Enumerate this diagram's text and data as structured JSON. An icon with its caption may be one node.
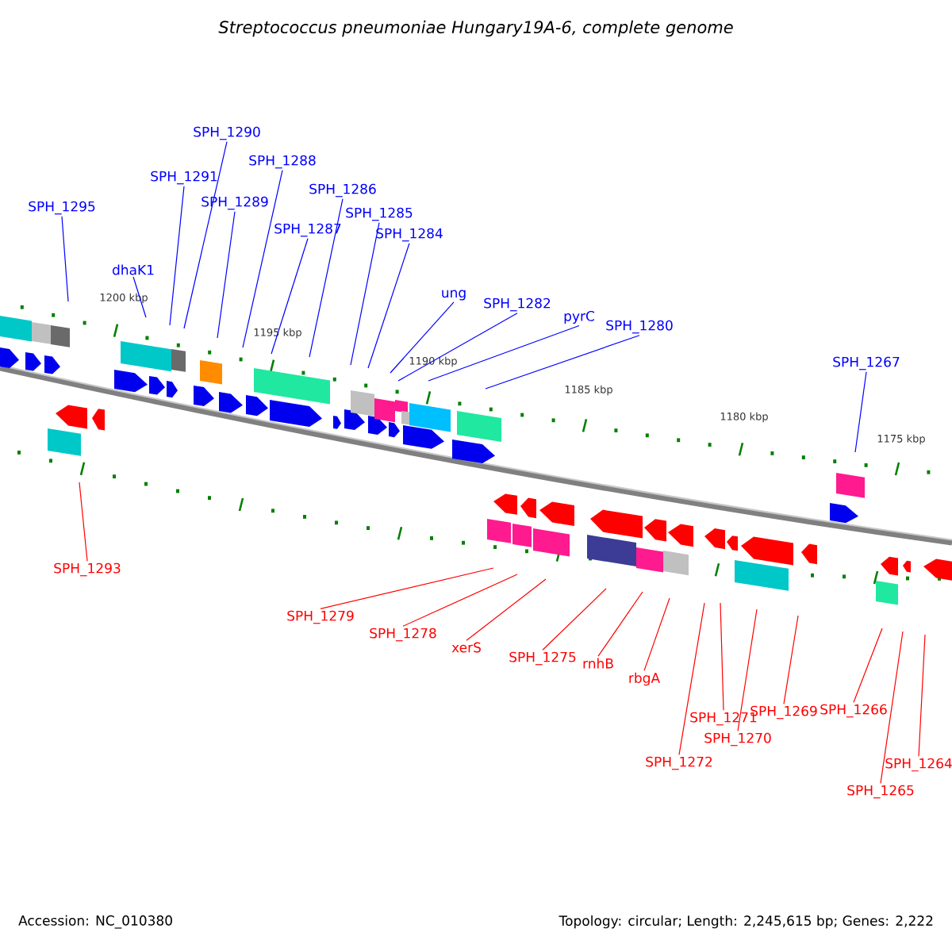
{
  "diagram": {
    "title": "Streptococcus pneumoniae Hungary19A-6, complete genome",
    "nodes": [
      {
        "text": [
          "SPH_1295"
        ]
      },
      {
        "text": [
          "dhaK1"
        ]
      },
      {
        "text": [
          "SPH_1291"
        ]
      },
      {
        "text": [
          "SPH_1290"
        ]
      },
      {
        "text": [
          "SPH_1289"
        ]
      },
      {
        "text": [
          "SPH_1288"
        ]
      },
      {
        "text": [
          "SPH_1287"
        ]
      },
      {
        "text": [
          "SPH_1286"
        ]
      },
      {
        "text": [
          "SPH_1285"
        ]
      },
      {
        "text": [
          "SPH_1284"
        ]
      },
      {
        "text": [
          "ung"
        ]
      },
      {
        "text": [
          "SPH_1282"
        ]
      },
      {
        "text": [
          "pyrC"
        ]
      },
      {
        "text": [
          "SPH_1280"
        ]
      },
      {
        "text": [
          "SPH_1267"
        ]
      },
      {
        "text": [
          "SPH_1293"
        ]
      },
      {
        "text": [
          "SPH_1279"
        ]
      },
      {
        "text": [
          "SPH_1278"
        ]
      },
      {
        "text": [
          "xerS"
        ]
      },
      {
        "text": [
          "SPH_1275"
        ]
      },
      {
        "text": [
          "rnhB"
        ]
      },
      {
        "text": [
          "rbgA"
        ]
      },
      {
        "text": [
          "SPH_1272"
        ]
      },
      {
        "text": [
          "SPH_1271"
        ]
      },
      {
        "text": [
          "SPH_1270"
        ]
      },
      {
        "text": [
          "SPH_1269"
        ]
      },
      {
        "text": [
          "SPH_1266"
        ]
      },
      {
        "text": [
          "SPH_1265"
        ]
      },
      {
        "text": [
          "SPH_1264"
        ]
      }
    ],
    "edges": [
      {
        "from": 0,
        "to": null,
        "arrow": "none",
        "color": "#0000ff"
      },
      {
        "from": 1,
        "to": null,
        "arrow": "none",
        "color": "#0000ff"
      },
      {
        "from": 2,
        "to": null,
        "arrow": "none",
        "color": "#0000ff"
      },
      {
        "from": 3,
        "to": null,
        "arrow": "none",
        "color": "#0000ff"
      },
      {
        "from": 4,
        "to": null,
        "arrow": "none",
        "color": "#0000ff"
      },
      {
        "from": 5,
        "to": null,
        "arrow": "none",
        "color": "#0000ff"
      },
      {
        "from": 6,
        "to": null,
        "arrow": "none",
        "color": "#0000ff"
      },
      {
        "from": 7,
        "to": null,
        "arrow": "none",
        "color": "#0000ff"
      },
      {
        "from": 8,
        "to": null,
        "arrow": "none",
        "color": "#0000ff"
      },
      {
        "from": 9,
        "to": null,
        "arrow": "none",
        "color": "#0000ff"
      },
      {
        "from": 10,
        "to": null,
        "arrow": "none",
        "color": "#0000ff"
      },
      {
        "from": 11,
        "to": null,
        "arrow": "none",
        "color": "#0000ff"
      },
      {
        "from": 12,
        "to": null,
        "arrow": "none",
        "color": "#0000ff"
      },
      {
        "from": 13,
        "to": null,
        "arrow": "none",
        "color": "#0000ff"
      },
      {
        "from": 14,
        "to": null,
        "arrow": "none",
        "color": "#0000ff"
      },
      {
        "from": 15,
        "to": null,
        "arrow": "none",
        "color": "#ff0000"
      },
      {
        "from": 16,
        "to": null,
        "arrow": "none",
        "color": "#ff0000"
      },
      {
        "from": 17,
        "to": null,
        "arrow": "none",
        "color": "#ff0000"
      },
      {
        "from": 18,
        "to": null,
        "arrow": "none",
        "color": "#ff0000"
      },
      {
        "from": 19,
        "to": null,
        "arrow": "none",
        "color": "#ff0000"
      },
      {
        "from": 20,
        "to": null,
        "arrow": "none",
        "color": "#ff0000"
      },
      {
        "from": 21,
        "to": null,
        "arrow": "none",
        "color": "#ff0000"
      },
      {
        "from": 22,
        "to": null,
        "arrow": "none",
        "color": "#ff0000"
      },
      {
        "from": 23,
        "to": null,
        "arrow": "none",
        "color": "#ff0000"
      },
      {
        "from": 24,
        "to": null,
        "arrow": "none",
        "color": "#ff0000"
      },
      {
        "from": 25,
        "to": null,
        "arrow": "none",
        "color": "#ff0000"
      },
      {
        "from": 26,
        "to": null,
        "arrow": "none",
        "color": "#ff0000"
      },
      {
        "from": 27,
        "to": null,
        "arrow": "none",
        "color": "#ff0000"
      },
      {
        "from": 28,
        "to": null,
        "arrow": "none",
        "color": "#ff0000"
      }
    ],
    "labels": [
      "1200 kbp",
      "1195 kbp",
      "1190 kbp",
      "1185 kbp",
      "1180 kbp",
      "1175 kbp",
      "Accession: NC_010380",
      "Topology: circular; Length: 2,245,615 bp; Genes: 2,222"
    ]
  }
}
